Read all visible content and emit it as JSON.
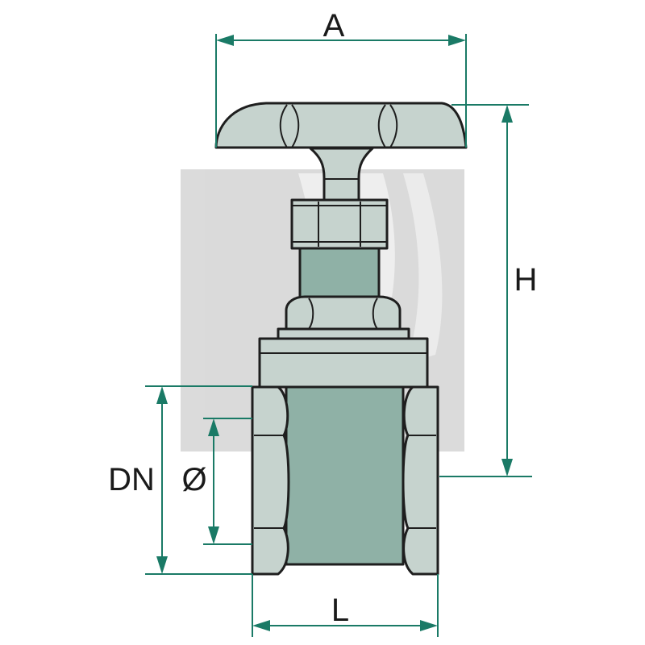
{
  "diagram": {
    "labels": {
      "a": "A",
      "h": "H",
      "dn": "DN",
      "diameter": "Ø",
      "l": "L"
    },
    "colors": {
      "dimension_line": "#1a7a66",
      "part_fill": "#c6d3ce",
      "part_fill_dark": "#8fb1a6",
      "outline": "#1e1e1e",
      "watermark": "#d9d9d9"
    }
  }
}
